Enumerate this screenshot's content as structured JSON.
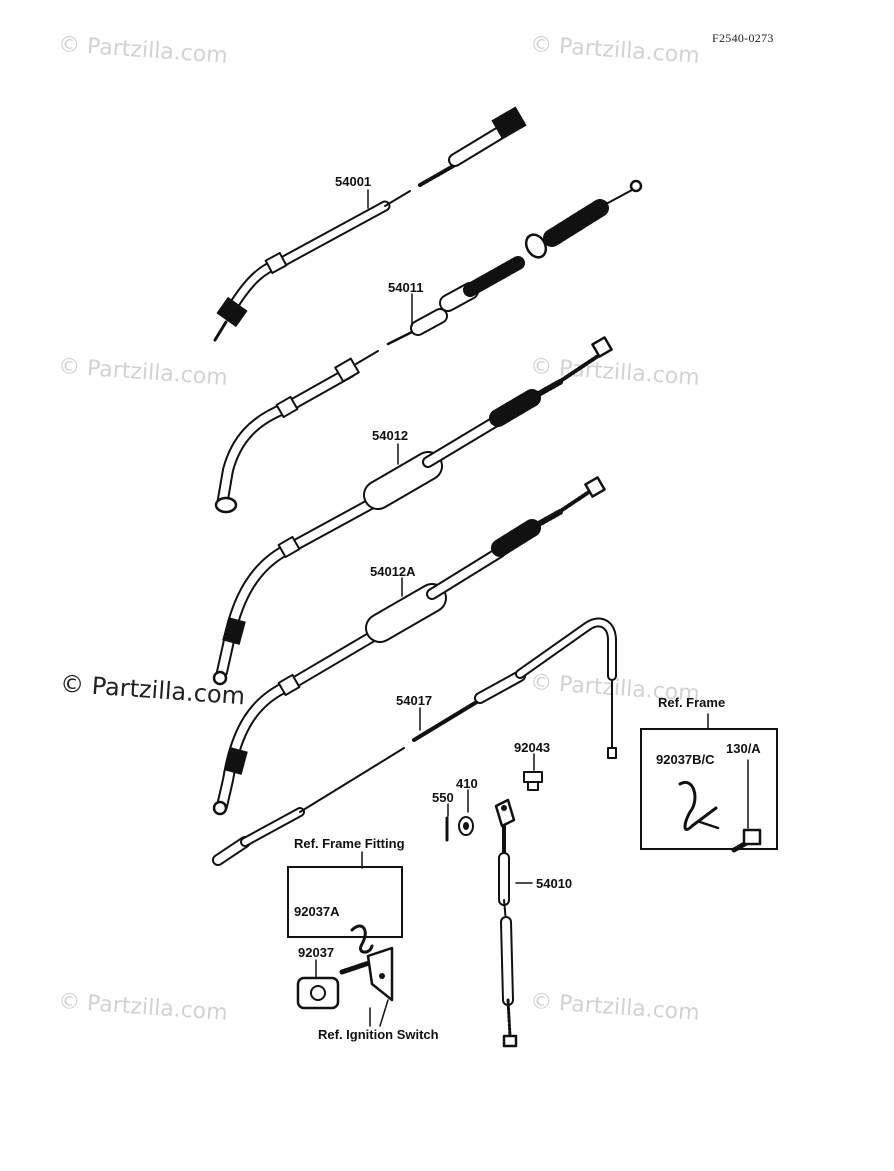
{
  "diagram_code": "F2540-0273",
  "watermark": "© Partzilla.com",
  "parts": {
    "p54001": "54001",
    "p54011": "54011",
    "p54012": "54012",
    "p54012A": "54012A",
    "p54017": "54017",
    "p92043": "92043",
    "p410": "410",
    "p550": "550",
    "p54010": "54010",
    "p92037BC": "92037B/C",
    "p130A": "130/A",
    "p92037A": "92037A",
    "p92037": "92037"
  },
  "refs": {
    "frame": "Ref. Frame",
    "frame_fitting": "Ref. Frame Fitting",
    "ignition_switch": "Ref. Ignition Switch"
  }
}
